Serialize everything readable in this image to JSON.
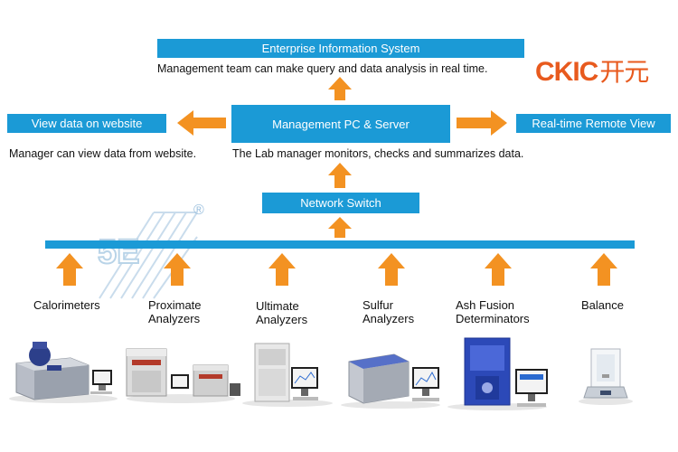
{
  "logo": {
    "latin": "CKIC",
    "chinese": "开元",
    "watermark": "5E",
    "registered": "®"
  },
  "boxes": {
    "enterprise": "Enterprise Information System",
    "management": "Management PC & Server",
    "view_website": "View data on website",
    "remote_view": "Real-time Remote View",
    "network_switch": "Network Switch"
  },
  "captions": {
    "enterprise": "Management team can make query and data analysis in real time.",
    "website": "Manager can view data from website.",
    "management": "The Lab manager monitors, checks and summarizes data."
  },
  "instruments": [
    {
      "line1": "Calorimeters",
      "line2": ""
    },
    {
      "line1": "Proximate",
      "line2": "Analyzers"
    },
    {
      "line1": "Ultimate",
      "line2": "Analyzers"
    },
    {
      "line1": "Sulfur",
      "line2": "Analyzers"
    },
    {
      "line1": "Ash Fusion",
      "line2": "Determinators"
    },
    {
      "line1": "Balance",
      "line2": ""
    }
  ],
  "colors": {
    "box": "#1b9ad6",
    "arrow": "#f39222",
    "logo": "#e85a1e"
  }
}
